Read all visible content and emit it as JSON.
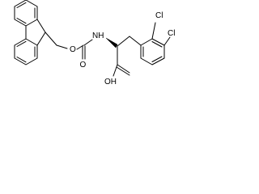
{
  "molecule": {
    "atom_labels": {
      "nh": "NH",
      "o_ether": "O",
      "o_carbonyl": "O",
      "oh": "OH",
      "cl_upper": "Cl",
      "cl_lower": "Cl"
    }
  }
}
